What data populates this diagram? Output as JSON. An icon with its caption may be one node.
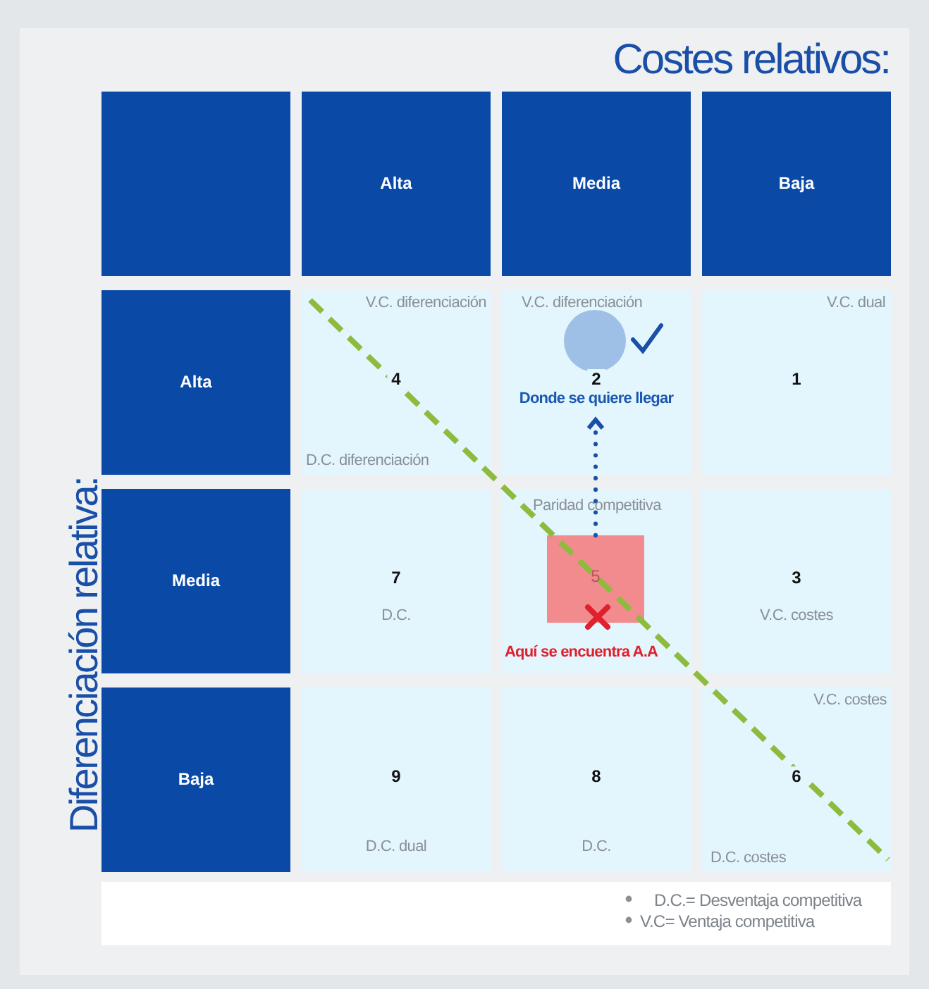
{
  "diagram": {
    "nodes": [
      {
        "text": [],
        "shape": "box"
      },
      {
        "text": [
          "Alta"
        ]
      },
      {
        "text": [
          "Media"
        ]
      },
      {
        "text": [
          "Baja"
        ]
      },
      {
        "text": [
          "Alta"
        ]
      },
      {
        "text": [
          "V.C. diferenciación",
          "4",
          "D.C. diferenciación"
        ]
      },
      {
        "text": [
          "V.C. diferenciación",
          "2"
        ]
      },
      {
        "text": [],
        "shape": "circle",
        "in": 6
      },
      {
        "text": [
          "Donde se quiere llegar"
        ],
        "in": 6
      },
      {
        "text": [
          "V.C. dual",
          "1"
        ]
      },
      {
        "text": [
          "Media"
        ]
      },
      {
        "text": [
          "7",
          "D.C."
        ]
      },
      {
        "text": [
          "Paridad competitiva",
          "Aquí se encuentra A.A"
        ]
      },
      {
        "text": [
          "5"
        ],
        "in": 12
      },
      {
        "text": [
          "3",
          "V.C. costes"
        ]
      },
      {
        "text": [
          "Baja"
        ]
      },
      {
        "text": [
          "9",
          "D.C. dual"
        ]
      },
      {
        "text": [
          "8",
          "D.C."
        ]
      },
      {
        "text": [
          "V.C. costes",
          "6",
          "D.C. costes"
        ]
      }
    ],
    "edges": [
      {
        "from": 13,
        "to": 8,
        "arrow": "to",
        "style": "dashed"
      }
    ],
    "labels": [
      "Costes relativos:",
      "Diferenciación relativa:",
      "D.C.= Desventaja competitiva",
      "V.C= Ventaja competitiva"
    ]
  }
}
